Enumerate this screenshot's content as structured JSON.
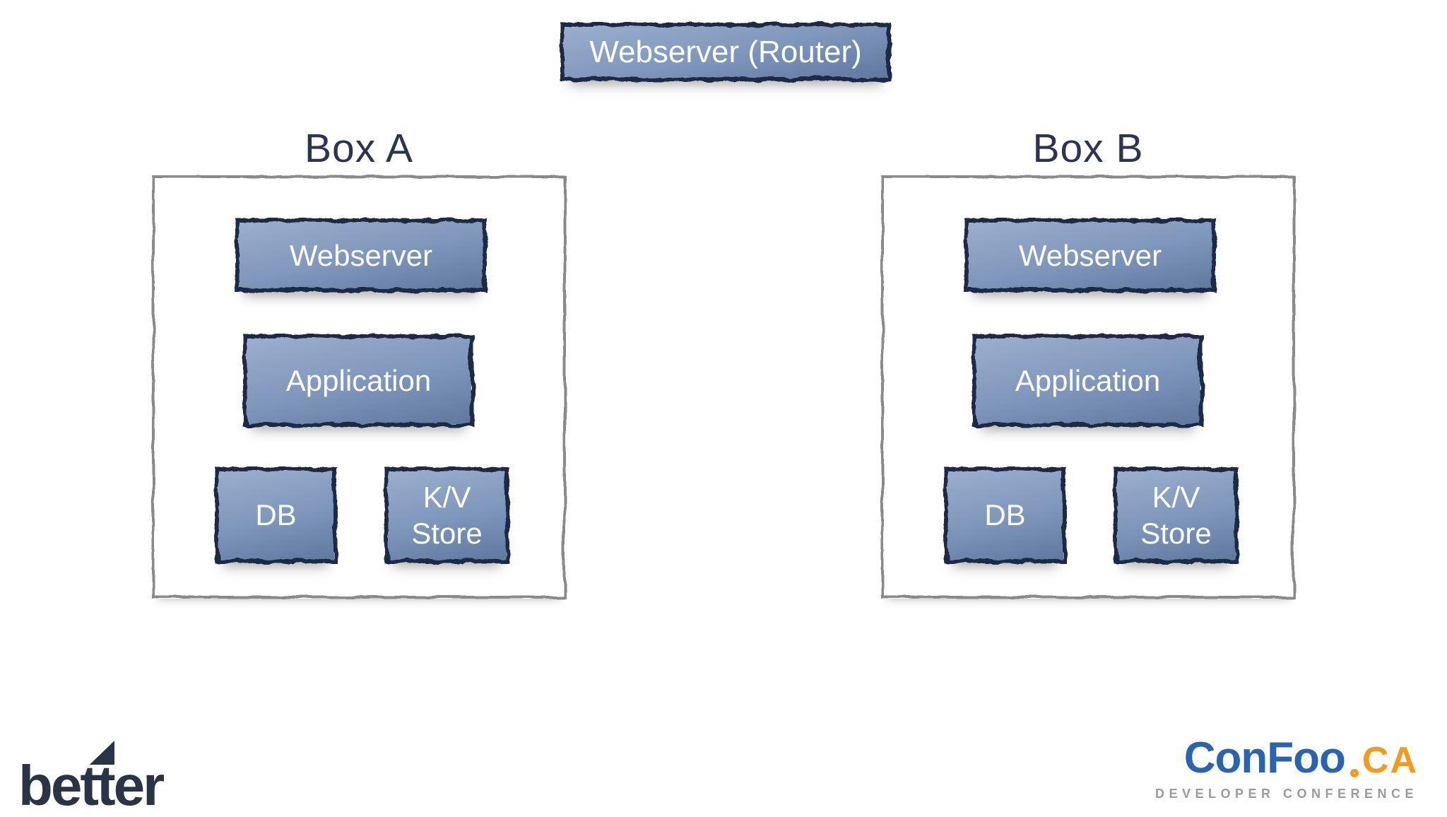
{
  "colors": {
    "node_fill_top": "#9bafce",
    "node_fill_mid": "#7f97bb",
    "node_fill_bottom": "#60789f",
    "node_border": "#1d2c45",
    "node_text": "#fbfcfe",
    "group_border": "#8a8a8a",
    "title_text": "#2e3450",
    "brand_text": "#2b3447",
    "confoo_blue": "#2a64b0",
    "confoo_orange": "#f49b1d",
    "confoo_gray": "#9b9b9b"
  },
  "router": {
    "label": "Webserver (Router)"
  },
  "groups": [
    {
      "title": "Box A",
      "nodes": {
        "webserver": "Webserver",
        "application": "Application",
        "db": "DB",
        "kv": "K/V Store"
      }
    },
    {
      "title": "Box B",
      "nodes": {
        "webserver": "Webserver",
        "application": "Application",
        "db": "DB",
        "kv": "K/V Store"
      }
    }
  ],
  "footer": {
    "brand": "better",
    "confoo": {
      "name": "ConFoo",
      "tld": "CA",
      "tagline": "DEVELOPER CONFERENCE"
    }
  }
}
